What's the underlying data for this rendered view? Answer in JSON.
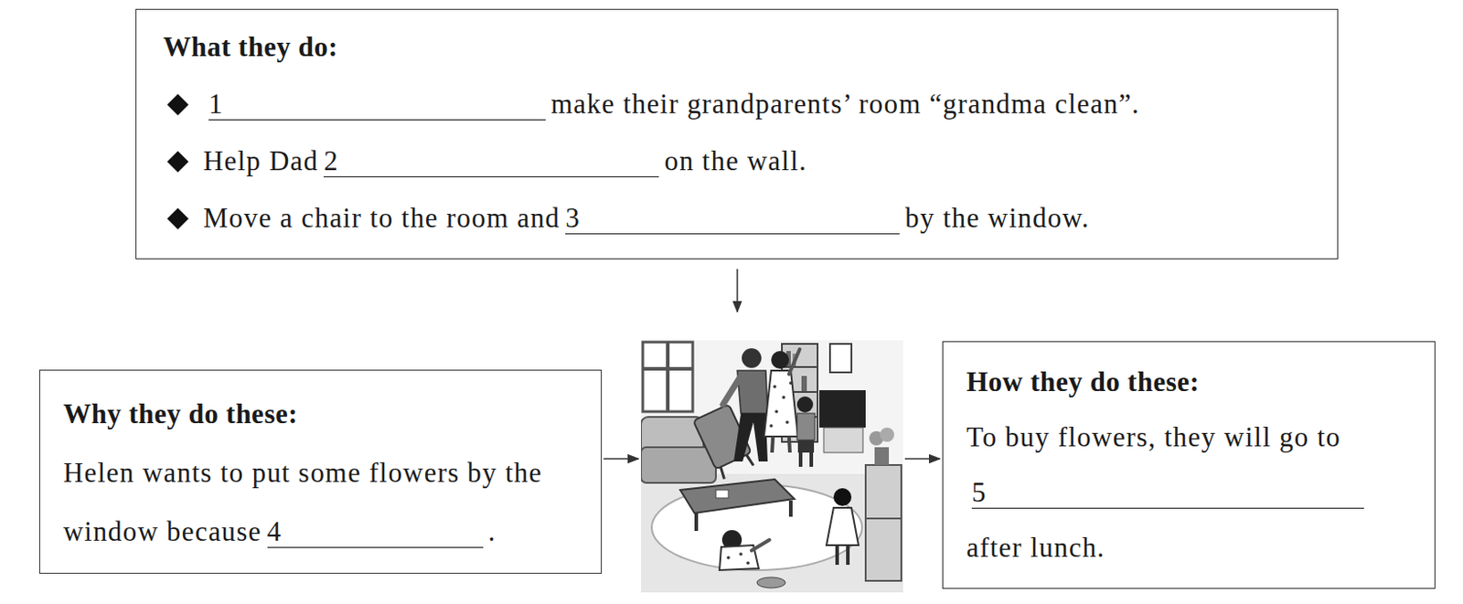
{
  "diagram": {
    "nodes": [
      {
        "text": [
          "What they do:",
          "1",
          "make their grandparents’ room “grandma clean”.",
          "Help Dad",
          "2",
          "on the wall.",
          "Move a chair to the room and",
          "3",
          "by the window."
        ]
      },
      {
        "text": [
          "Why they do these:",
          "Helen wants to put some flowers by the window because",
          "4",
          "."
        ]
      },
      {
        "text": [
          "How they do these:",
          "To buy flowers, they will go to",
          "5",
          "after lunch."
        ]
      }
    ]
  }
}
